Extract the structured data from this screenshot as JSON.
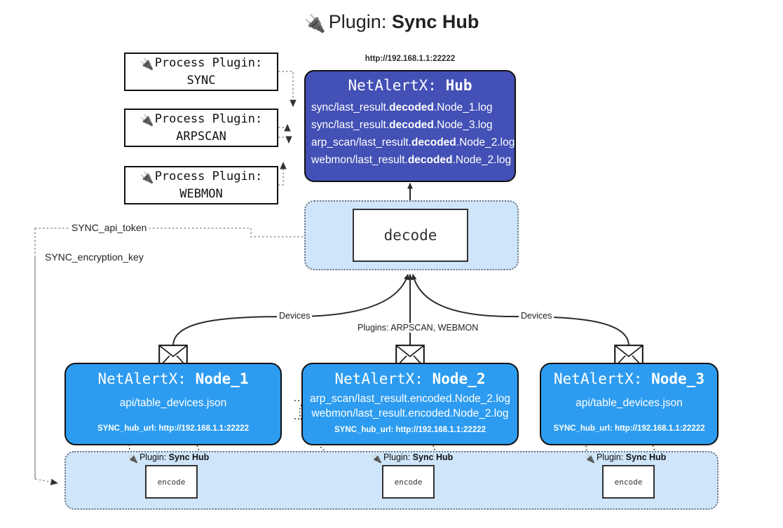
{
  "title": {
    "icon": "plug-icon",
    "prefix": "Plugin:",
    "name": "Sync Hub"
  },
  "process_plugins": [
    {
      "line1": "Process Plugin:",
      "line2": "SYNC"
    },
    {
      "line1": "Process Plugin:",
      "line2": "ARPSCAN"
    },
    {
      "line1": "Process Plugin:",
      "line2": "WEBMON"
    }
  ],
  "hub": {
    "url": "http://192.168.1.1:22222",
    "title_prefix": "NetAlertX:",
    "title_name": "Hub",
    "logs": [
      {
        "pre": "sync/last_result.",
        "em": "decoded",
        "post": ".Node_1.log"
      },
      {
        "pre": "sync/last_result.",
        "em": "decoded",
        "post": ".Node_3.log"
      },
      {
        "pre": "arp_scan/last_result.",
        "em": "decoded",
        "post": ".Node_2.log"
      },
      {
        "pre": "webmon/last_result.",
        "em": "decoded",
        "post": ".Node_2.log"
      }
    ]
  },
  "decode": {
    "label": "decode"
  },
  "secrets": {
    "api_token": "SYNC_api_token",
    "encryption_key": "SYNC_encryption_key"
  },
  "edge_labels": {
    "devices_left": "Devices",
    "devices_right": "Devices",
    "plugins_center": "Plugins: ARPSCAN, WEBMON"
  },
  "nodes": [
    {
      "title_prefix": "NetAlertX:",
      "title_name": "Node_1",
      "lines": [
        "api/table_devices.json"
      ],
      "footer": "SYNC_hub_url: http://192.168.1.1:22222",
      "icon": "envelope-icon"
    },
    {
      "title_prefix": "NetAlertX:",
      "title_name": "Node_2",
      "lines": [
        "arp_scan/last_result.encoded.Node_2.log",
        "webmon/last_result.encoded.Node_2.log"
      ],
      "footer": "SYNC_hub_url: http://192.168.1.1:22222",
      "icon": "envelope-icon"
    },
    {
      "title_prefix": "NetAlertX:",
      "title_name": "Node_3",
      "lines": [
        "api/table_devices.json"
      ],
      "footer": "SYNC_hub_url: http://192.168.1.1:22222",
      "icon": "envelope-icon"
    }
  ],
  "encoders": [
    {
      "caption_prefix": "Plugin:",
      "caption_name": "Sync Hub",
      "label": "encode"
    },
    {
      "caption_prefix": "Plugin:",
      "caption_name": "Sync Hub",
      "label": "encode"
    },
    {
      "caption_prefix": "Plugin:",
      "caption_name": "Sync Hub",
      "label": "encode"
    }
  ],
  "colors": {
    "hub": "#4350b5",
    "node": "#2d9cf0",
    "container": "#cfe5f9",
    "stroke": "#111111",
    "dotted": "#6f7680"
  }
}
